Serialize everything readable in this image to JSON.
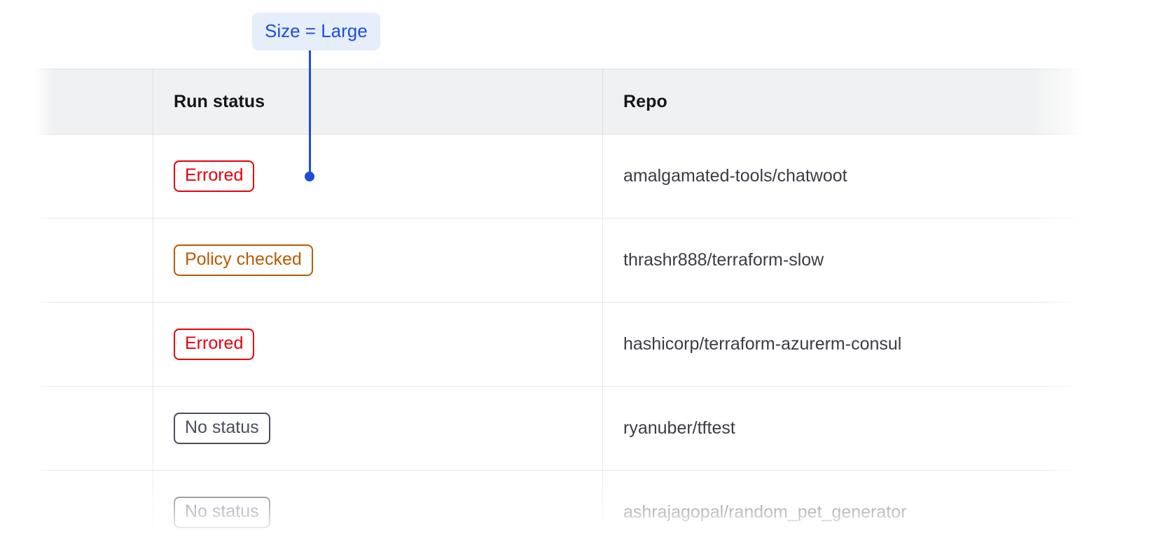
{
  "annotation": {
    "label": "Size = Large",
    "accent_color": "#1d4ed8",
    "background_color": "#e6edfb"
  },
  "table": {
    "columns": [
      {
        "key": "select",
        "label": ""
      },
      {
        "key": "run_status",
        "label": "Run status"
      },
      {
        "key": "repo",
        "label": "Repo"
      },
      {
        "key": "extra",
        "label": ""
      }
    ],
    "header_background": "#f0f1f2",
    "border_color": "#dcdee0",
    "rows": [
      {
        "run_status": "Errored",
        "status_variant": "errored",
        "status_color": "#e8000d",
        "repo": "amalgamated-tools/chatwoot"
      },
      {
        "run_status": "Policy checked",
        "status_variant": "policy-checked",
        "status_color": "#bb5a00",
        "repo": "thrashr888/terraform-slow"
      },
      {
        "run_status": "Errored",
        "status_variant": "errored",
        "status_color": "#e8000d",
        "repo": "hashicorp/terraform-azurerm-consul"
      },
      {
        "run_status": "No status",
        "status_variant": "no-status",
        "status_color": "#4b4f5c",
        "repo": "ryanuber/tftest"
      },
      {
        "run_status": "No status",
        "status_variant": "no-status",
        "status_color": "#4b4f5c",
        "repo": "ashrajagopal/random_pet_generator"
      }
    ]
  }
}
